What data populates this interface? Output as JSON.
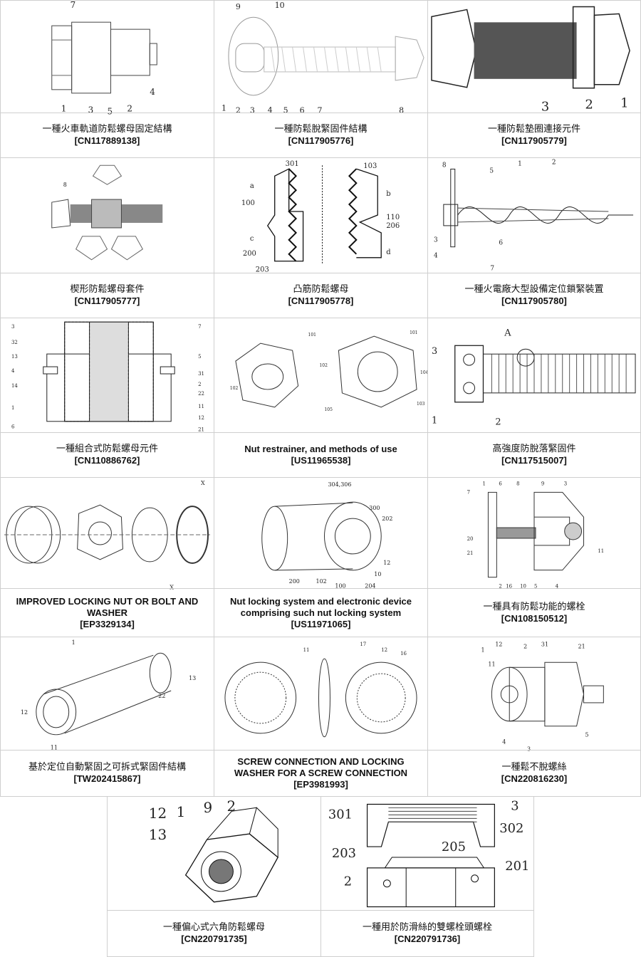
{
  "patents": [
    {
      "title": "一種火車軌道防鬆螺母固定結構",
      "number": "[CN117889138]",
      "labels": [
        "7",
        "1",
        "3",
        "5",
        "2",
        "4"
      ]
    },
    {
      "title": "一種防鬆脫緊固件結構",
      "number": "[CN117905776]",
      "labels": [
        "9",
        "10",
        "1",
        "2",
        "3",
        "4",
        "5",
        "6",
        "7",
        "8"
      ]
    },
    {
      "title": "一種防鬆墊圈連接元件",
      "number": "[CN117905779]",
      "labels": [
        "3",
        "2",
        "1"
      ]
    },
    {
      "title": "楔形防鬆螺母套件",
      "number": "[CN117905777]",
      "labels": [
        "8"
      ]
    },
    {
      "title": "凸筋防鬆螺母",
      "number": "[CN117905778]",
      "labels": [
        "301",
        "103",
        "a",
        "b",
        "100",
        "110",
        "206",
        "c",
        "200",
        "d",
        "203"
      ]
    },
    {
      "title": "一種火電廠大型設備定位鎖緊裝置",
      "number": "[CN117905780]",
      "labels": [
        "8",
        "5",
        "1",
        "2",
        "3",
        "6",
        "4",
        "7"
      ]
    },
    {
      "title": "一種組合式防鬆螺母元件",
      "number": "[CN110886762]",
      "labels": [
        "3",
        "7",
        "32",
        "13",
        "5",
        "4",
        "31",
        "14",
        "2",
        "22",
        "1",
        "11",
        "12",
        "6",
        "21"
      ]
    },
    {
      "title": "Nut restrainer, and methods of use",
      "number": "[US11965538]",
      "labels": [
        "101",
        "101",
        "102",
        "102",
        "104",
        "105",
        "103"
      ]
    },
    {
      "title": "高強度防脫落緊固件",
      "number": "[CN117515007]",
      "labels": [
        "A",
        "3",
        "1",
        "2"
      ]
    },
    {
      "title": "IMPROVED LOCKING NUT OR BOLT AND WASHER",
      "number": "[EP3329134]",
      "labels": [
        "X",
        "X"
      ]
    },
    {
      "title": "Nut locking system and electronic device comprising such nut locking system",
      "number": "[US11971065]",
      "labels": [
        "304,306",
        "300",
        "202",
        "12",
        "10",
        "204",
        "200",
        "102",
        "100"
      ]
    },
    {
      "title": "一種具有防鬆功能的螺栓",
      "number": "[CN108150512]",
      "labels": [
        "7",
        "1",
        "6",
        "8",
        "9",
        "3",
        "20",
        "21",
        "2",
        "16",
        "10",
        "5",
        "4",
        "11"
      ]
    },
    {
      "title": "基於定位自動緊固之可拆式緊固件結構",
      "number": "[TW202415867]",
      "labels": [
        "1",
        "13",
        "22",
        "12",
        "11"
      ]
    },
    {
      "title": "SCREW CONNECTION AND LOCKING WASHER FOR A SCREW CONNECTION",
      "number": "[EP3981993]",
      "labels": [
        "11",
        "17",
        "12",
        "16"
      ]
    },
    {
      "title": "一種鬆不脫螺絲",
      "number": "[CN220816230]",
      "labels": [
        "1",
        "12",
        "2",
        "31",
        "21",
        "11",
        "4",
        "3",
        "5"
      ]
    },
    {
      "title": "一種偏心式六角防鬆螺母",
      "number": "[CN220791735]",
      "labels": [
        "12",
        "1",
        "9",
        "2",
        "13"
      ]
    },
    {
      "title": "一種用於防滑絲的雙螺栓頭螺栓",
      "number": "[CN220791736]",
      "labels": [
        "301",
        "3",
        "302",
        "203",
        "205",
        "201",
        "2"
      ]
    }
  ]
}
